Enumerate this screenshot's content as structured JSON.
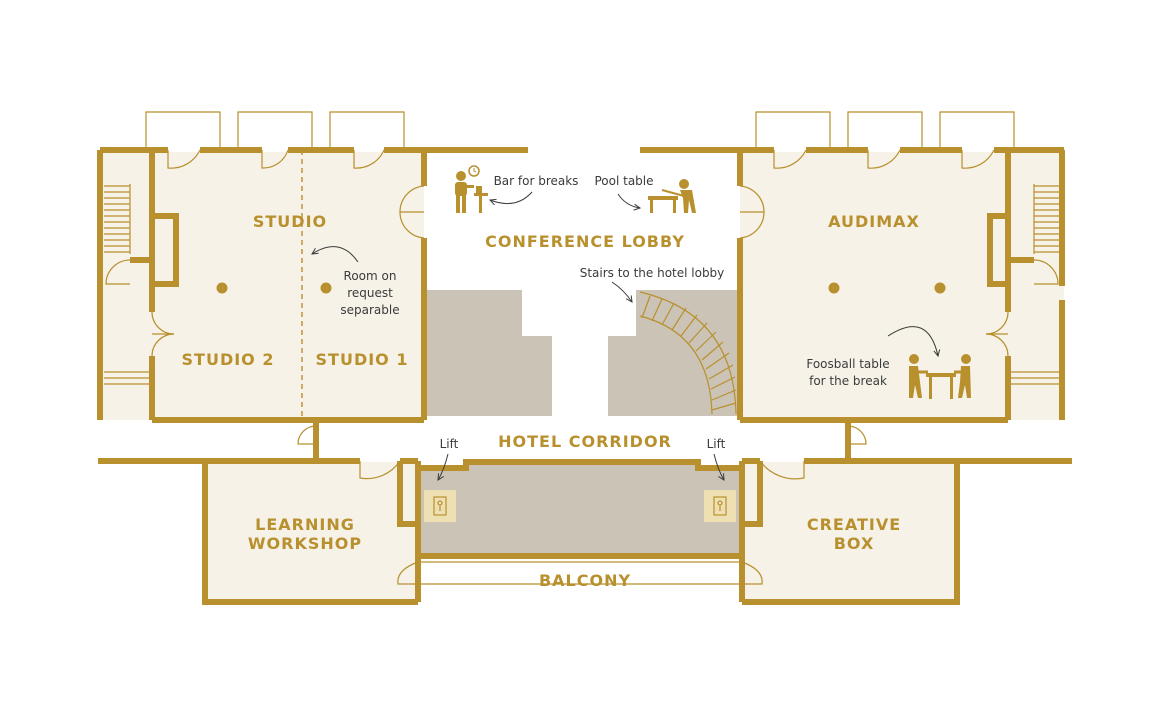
{
  "rooms": {
    "studio": "STUDIO",
    "studio2": "STUDIO 2",
    "studio1": "STUDIO 1",
    "conference_lobby": "CONFERENCE LOBBY",
    "audimax": "AUDIMAX",
    "hotel_corridor": "HOTEL CORRIDOR",
    "learning_workshop_1": "LEARNING",
    "learning_workshop_2": "WORKSHOP",
    "creative_box_1": "CREATIVE",
    "creative_box_2": "BOX",
    "balcony": "BALCONY"
  },
  "notes": {
    "bar": "Bar for breaks",
    "pool": "Pool table",
    "room_on_request_1": "Room on",
    "room_on_request_2": "request",
    "room_on_request_3": "separable",
    "stairs": "Stairs to the hotel lobby",
    "foosball_1": "Foosball table",
    "foosball_2": "for the break",
    "lift_left": "Lift",
    "lift_right": "Lift"
  },
  "icons": [
    "bar-person-icon",
    "pool-table-icon",
    "foosball-table-icon",
    "lift-icon",
    "column-dot-icon",
    "curved-arrow-icon",
    "staircase-icon",
    "door-swing-icon"
  ],
  "colors": {
    "wall": "#b8902e",
    "room_fill": "#f6f2e8",
    "blocked_area": "#cbc3b6",
    "lift_highlight": "#efe0b4",
    "note_text": "#3b3b3b"
  }
}
